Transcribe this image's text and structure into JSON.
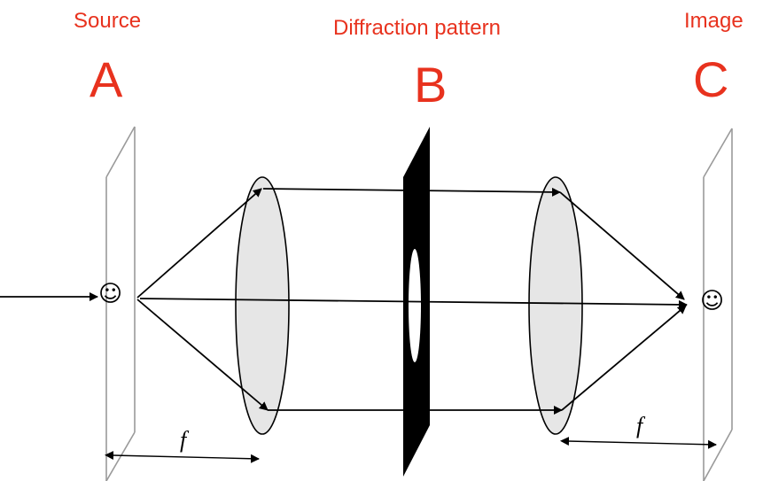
{
  "labels": {
    "source_title": "Source",
    "source_letter": "A",
    "diffraction_title": "Diffraction pattern",
    "diffraction_letter": "B",
    "image_title": "Image",
    "image_letter": "C"
  },
  "focal_label_left": "f",
  "focal_label_right": "f",
  "source_symbol": "☺",
  "image_symbol": "☺",
  "colors": {
    "label": "#e8321e",
    "lens_fill": "#e6e6e6",
    "plane_stroke": "#9a9a9a",
    "ray": "#000000"
  }
}
